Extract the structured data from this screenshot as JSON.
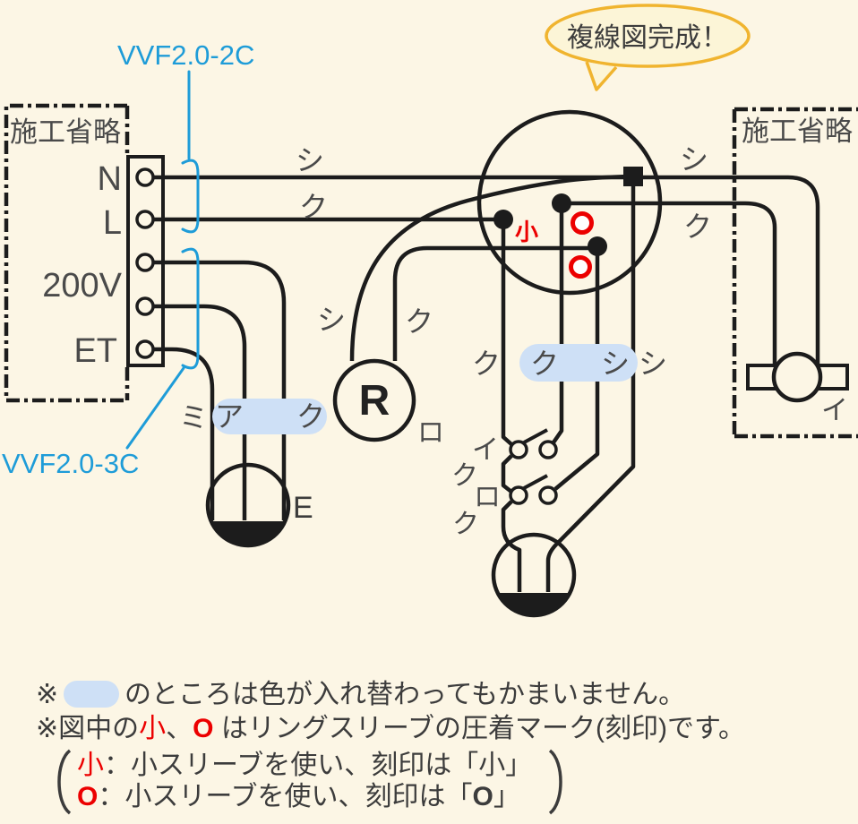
{
  "colors": {
    "background": "#fcf6e5",
    "line": "#1c1c1c",
    "label_gray": "#4a4a4a",
    "cable_blue": "#1e9cd8",
    "highlight_pill": "#cee0f6",
    "crimp_red": "#ec0000",
    "bubble_border": "#f0b42f",
    "bubble_fill": "#fcf5d7"
  },
  "bubble": {
    "text": "複線図完成！"
  },
  "cables": {
    "top": "VVF2.0-2C",
    "bottom": "VVF2.0-3C"
  },
  "left_panel": {
    "title": "施工省略",
    "terminals": [
      "N",
      "L",
      "200V",
      "ET"
    ]
  },
  "right_panel": {
    "title": "施工省略",
    "lamp_label": "イ"
  },
  "kana": {
    "shi": "シ",
    "ku": "ク",
    "mi": "ミ",
    "a": "ア",
    "i": "イ",
    "ro": "ロ"
  },
  "junction": {
    "small_mark": "小"
  },
  "devices": {
    "lamp_receptacle_letter": "R",
    "lamp_receptacle_label": "ロ",
    "earth_outlet_label": "E",
    "switch_i_label": "イ",
    "switch_ro_label": "ロ"
  },
  "notes": {
    "line1_prefix": "※",
    "line1_suffix": "のところは色が入れ替わってもかまいません。",
    "line2_prefix": "※図中の",
    "line2_mark1": "小",
    "line2_comma": "、",
    "line2_mark2": "O",
    "line2_suffix": " はリングスリーブの圧着マーク(刻印)です。",
    "line3_mark": "小",
    "line3_text": "：小スリーブを使い、刻印は「小」",
    "line4_mark": "O",
    "line4_pre": "：小スリーブを使い、刻印は「",
    "line4_mark2": "O",
    "line4_post": "」"
  }
}
